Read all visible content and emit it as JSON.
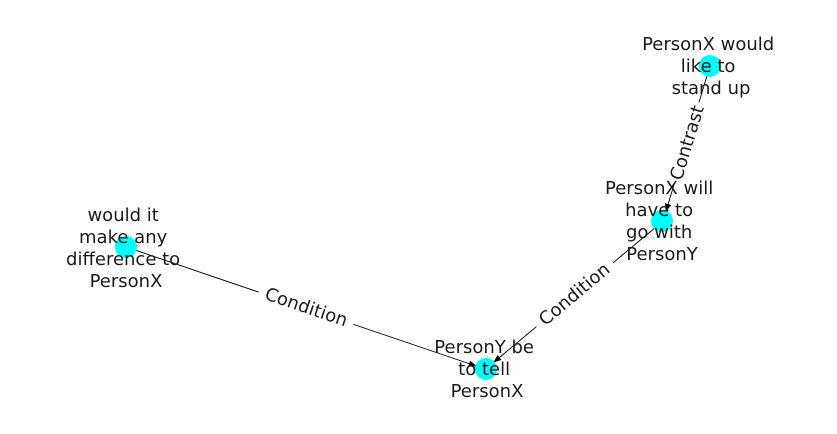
{
  "colors": {
    "node": "#00ffff",
    "edge": "#000000",
    "text": "#1a1a1a",
    "background": "#ffffff"
  },
  "nodes": [
    {
      "id": "n1",
      "lines": [
        "PersonX would",
        "like to",
        "stand up"
      ]
    },
    {
      "id": "n2",
      "lines": [
        "PersonX will",
        "have to",
        "go with",
        "PersonY"
      ]
    },
    {
      "id": "n3",
      "lines": [
        "would it",
        "make any",
        "difference to",
        "PersonX"
      ]
    },
    {
      "id": "n4",
      "lines": [
        "PersonY be",
        "to tell",
        "PersonX"
      ]
    }
  ],
  "edges": [
    {
      "from": "n1",
      "to": "n2",
      "label": "Contrast"
    },
    {
      "from": "n3",
      "to": "n4",
      "label": "Condition"
    },
    {
      "from": "n2",
      "to": "n4",
      "label": "Condition"
    }
  ]
}
